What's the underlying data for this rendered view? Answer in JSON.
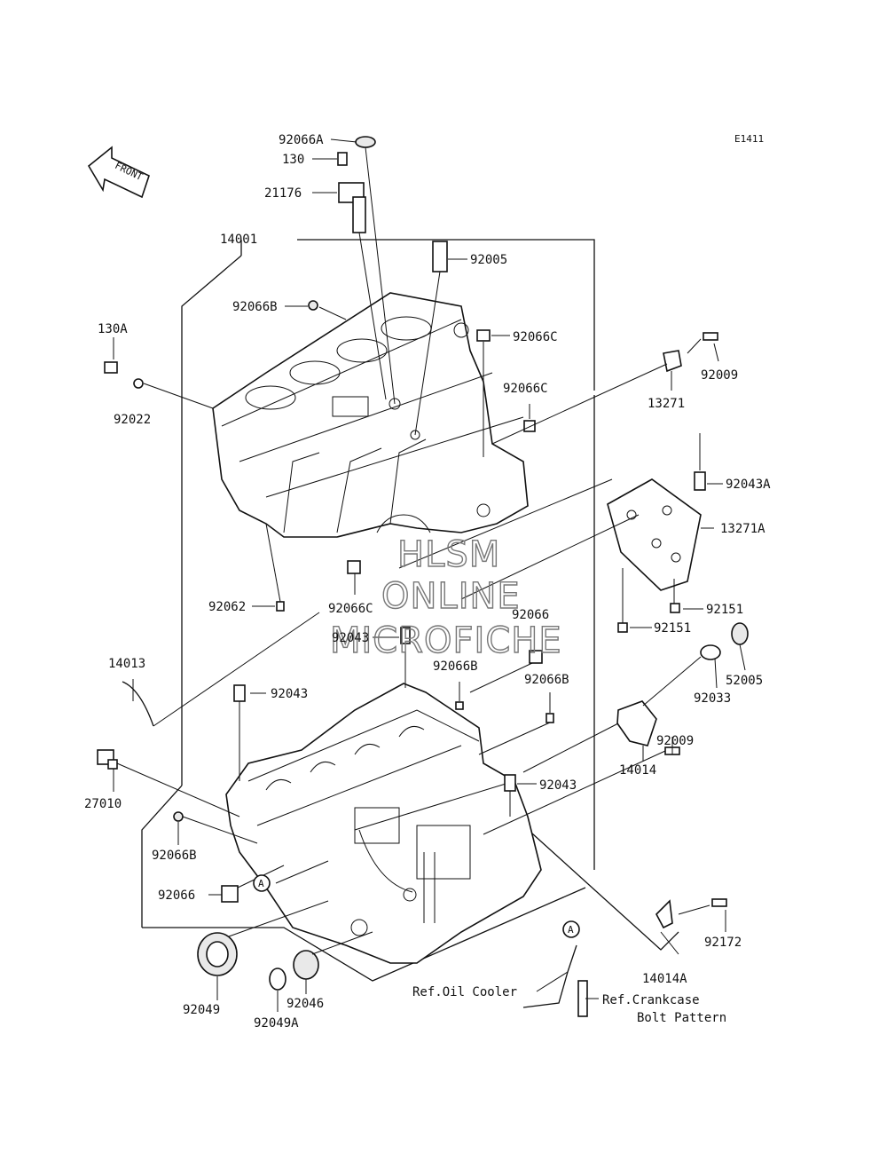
{
  "diagram_code": "E1411",
  "front_label": "FRONT",
  "watermark": [
    "HLSM",
    "ONLINE",
    "MICROFICHE"
  ],
  "callout_marker": "A",
  "parts": {
    "p92066A": "92066A",
    "p130": "130",
    "p21176": "21176",
    "p14001": "14001",
    "p92005": "92005",
    "p92066B_top": "92066B",
    "p92066C_1": "92066C",
    "p130A": "130A",
    "p92022": "92022",
    "p92066C_2": "92066C",
    "p92009_top": "92009",
    "p13271": "13271",
    "p92043A": "92043A",
    "p13271A": "13271A",
    "p92062": "92062",
    "p92066C_3": "92066C",
    "p92066": "92066",
    "p92151_1": "92151",
    "p92151_2": "92151",
    "p92043_1": "92043",
    "p92066B_mid": "92066B",
    "p92066B_right": "92066B",
    "p14013": "14013",
    "p92043_2": "92043",
    "p92033": "92033",
    "p52005": "52005",
    "p92009_mid": "92009",
    "p14014": "14014",
    "p27010": "27010",
    "p92043_3": "92043",
    "p92066B_low": "92066B",
    "p92066_low": "92066",
    "p92172": "92172",
    "p14014A": "14014A",
    "p92049": "92049",
    "p92049A": "92049A",
    "p92046": "92046"
  },
  "references": {
    "oil_cooler": "Ref.Oil Cooler",
    "crankcase_1": "Ref.Crankcase",
    "crankcase_2": "Bolt Pattern"
  }
}
